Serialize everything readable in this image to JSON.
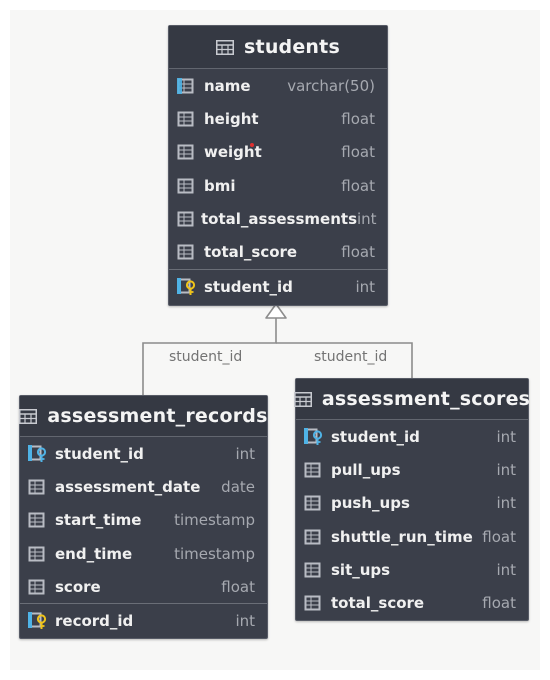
{
  "tables": {
    "students": {
      "name": "students",
      "columns": [
        {
          "name": "name",
          "type": "varchar(50)"
        },
        {
          "name": "height",
          "type": "float"
        },
        {
          "name": "weight",
          "type": "float"
        },
        {
          "name": "bmi",
          "type": "float"
        },
        {
          "name": "total_assessments",
          "type": "int"
        },
        {
          "name": "total_score",
          "type": "float"
        }
      ],
      "key": {
        "name": "student_id",
        "type": "int"
      }
    },
    "assessment_records": {
      "name": "assessment_records",
      "columns": [
        {
          "name": "student_id",
          "type": "int"
        },
        {
          "name": "assessment_date",
          "type": "date"
        },
        {
          "name": "start_time",
          "type": "timestamp"
        },
        {
          "name": "end_time",
          "type": "timestamp"
        },
        {
          "name": "score",
          "type": "float"
        }
      ],
      "key": {
        "name": "record_id",
        "type": "int"
      }
    },
    "assessment_scores": {
      "name": "assessment_scores",
      "columns": [
        {
          "name": "student_id",
          "type": "int"
        },
        {
          "name": "pull_ups",
          "type": "int"
        },
        {
          "name": "push_ups",
          "type": "int"
        },
        {
          "name": "shuttle_run_time",
          "type": "float"
        },
        {
          "name": "sit_ups",
          "type": "int"
        },
        {
          "name": "total_score",
          "type": "float"
        }
      ]
    }
  },
  "relations": [
    {
      "from": "assessment_records",
      "to": "students",
      "label": "student_id"
    },
    {
      "from": "assessment_scores",
      "to": "students",
      "label": "student_id"
    }
  ],
  "colors": {
    "table_body": "#3b3f4a",
    "table_header": "#353943",
    "key_icon_blue": "#4fb3e6",
    "key_icon_yellow": "#f0c419",
    "connector": "#8c8c8c"
  },
  "icons": {
    "table": "table-grid-icon",
    "column": "column-icon",
    "key": "primary-key-icon",
    "foreign_key": "foreign-key-icon"
  }
}
